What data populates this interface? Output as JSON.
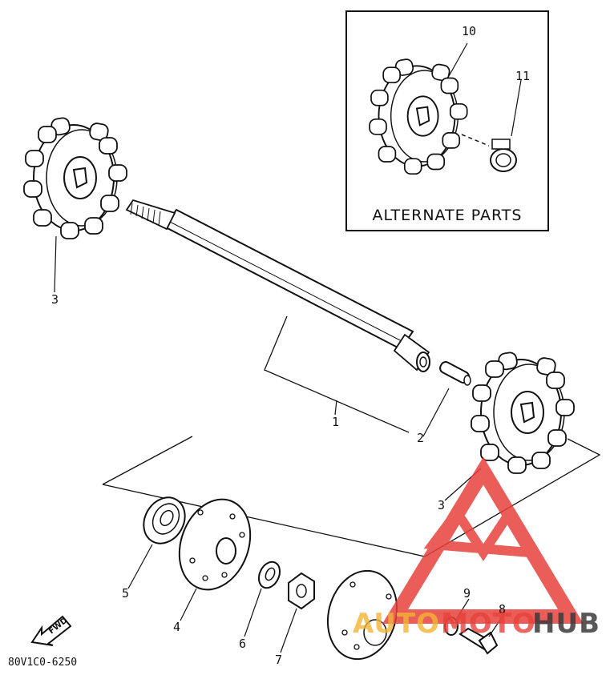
{
  "inset": {
    "title": "ALTERNATE PARTS"
  },
  "callouts": {
    "c1": "1",
    "c2": "2",
    "c3a": "3",
    "c3b": "3",
    "c4": "4",
    "c5": "5",
    "c6": "6",
    "c7": "7",
    "c8": "8",
    "c9": "9",
    "c10": "10",
    "c11": "11"
  },
  "fwd_label": "FWD",
  "catalog_code": "80V1C0-6250",
  "watermark": {
    "part1": "AUTO",
    "part2": "MOTO",
    "part3": "HUB"
  },
  "colors": {
    "ink": "#111111",
    "watermark_red": "#e8413b",
    "watermark_yellow": "#f2b535",
    "watermark_dark": "#3a3a3a"
  }
}
